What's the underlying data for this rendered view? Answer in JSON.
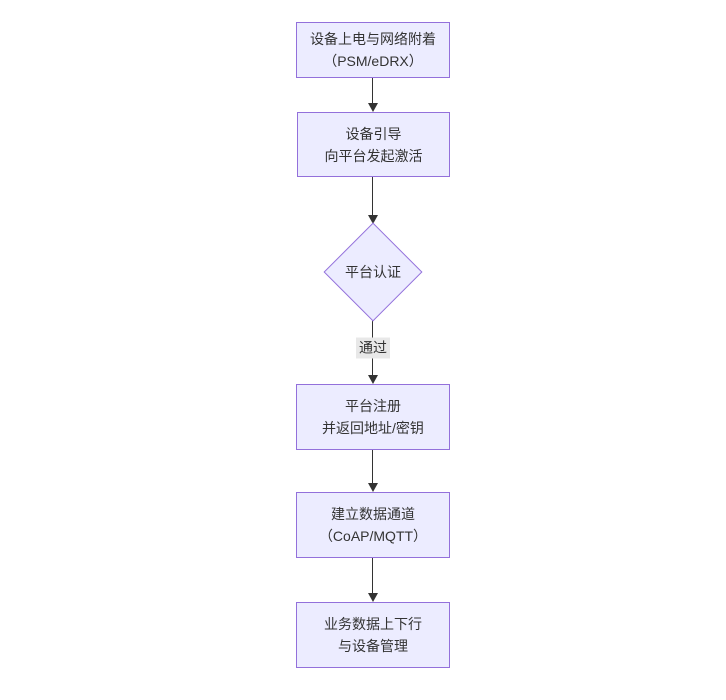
{
  "diagram": {
    "type": "flowchart",
    "direction": "top-down",
    "colors": {
      "background": "#ffffff",
      "node_fill": "#ECECFF",
      "node_border": "#9370DB",
      "edge_color": "#333333",
      "edge_label_bg": "#e8e8e8",
      "text_color": "#333333"
    },
    "nodes": [
      {
        "id": "power-attach",
        "shape": "rect",
        "lines": [
          "设备上电与网络附着",
          "（PSM/eDRX）"
        ]
      },
      {
        "id": "bootstrap-activate",
        "shape": "rect",
        "lines": [
          "设备引导",
          "向平台发起激活"
        ]
      },
      {
        "id": "platform-auth",
        "shape": "diamond",
        "lines": [
          "平台认证"
        ]
      },
      {
        "id": "platform-register",
        "shape": "rect",
        "lines": [
          "平台注册",
          "并返回地址/密钥"
        ]
      },
      {
        "id": "data-channel",
        "shape": "rect",
        "lines": [
          "建立数据通道",
          "（CoAP/MQTT）"
        ]
      },
      {
        "id": "business-data",
        "shape": "rect",
        "lines": [
          "业务数据上下行",
          "与设备管理"
        ]
      }
    ],
    "edges": [
      {
        "from": "power-attach",
        "to": "bootstrap-activate",
        "label": ""
      },
      {
        "from": "bootstrap-activate",
        "to": "platform-auth",
        "label": ""
      },
      {
        "from": "platform-auth",
        "to": "platform-register",
        "label": "通过"
      },
      {
        "from": "platform-register",
        "to": "data-channel",
        "label": ""
      },
      {
        "from": "data-channel",
        "to": "business-data",
        "label": ""
      }
    ]
  }
}
